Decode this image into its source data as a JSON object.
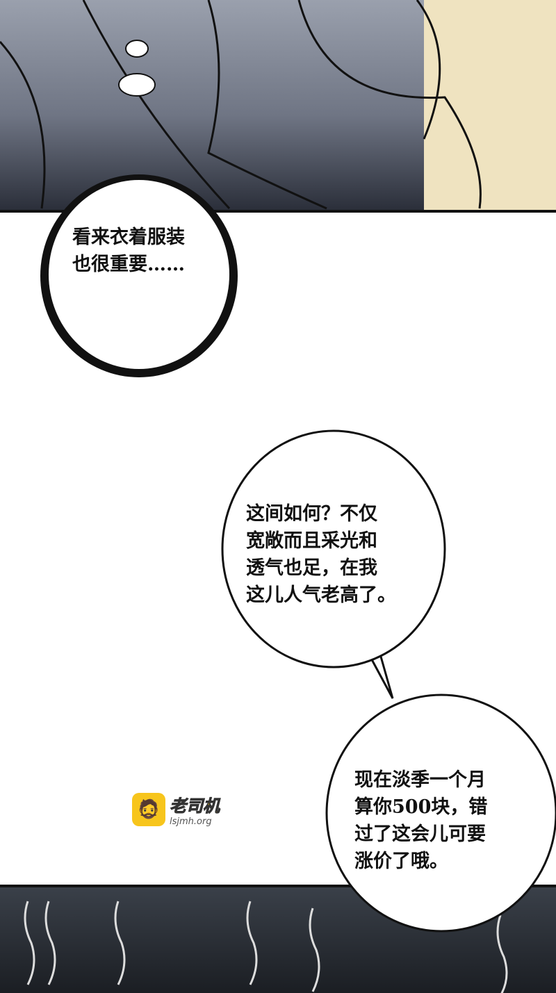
{
  "bubbles": [
    {
      "lines": "看来衣着服装\n也很重要……"
    },
    {
      "lines": "这间如何？不仅\n宽敞而且采光和\n透气也足，在我\n这儿人气老高了。"
    },
    {
      "lines": "现在淡季一个月\n算你500块，错\n过了这会儿可要\n涨价了哦。"
    }
  ],
  "watermark": {
    "title": "老司机",
    "url": "lsjmh.org"
  },
  "colors": {
    "watermark": "#f7c51c",
    "ink": "#111111"
  }
}
